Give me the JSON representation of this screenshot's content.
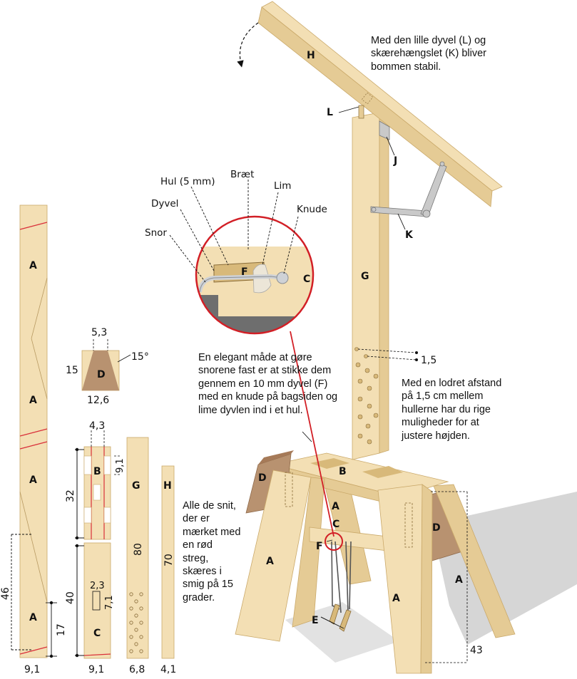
{
  "captions": {
    "boom_stable": "Med den lille dyvel (L) og skærehængslet (K) bliver bommen stabil.",
    "cord_tip": "En elegant måde at gøre snorene fast er at stikke dem gennem en 10 mm dyvel (F) med en knude på bagsiden og lime dyvlen ind i et hul.",
    "holes_note": "Med en lodret afstand på 1,5 cm mellem hullerne har du rige muligheder for at justere højden.",
    "cuts_note": "Alle de snit, der er mærket med en rød streg, skæres i smig på 15 grader."
  },
  "detail_labels": {
    "hole": "Hul (5 mm)",
    "board": "Bræt",
    "glue": "Lim",
    "dowel": "Dyvel",
    "knot": "Knude",
    "cord": "Snor"
  },
  "part_labels": {
    "A": "A",
    "B": "B",
    "C": "C",
    "D": "D",
    "E": "E",
    "F": "F",
    "G": "G",
    "H": "H",
    "J": "J",
    "K": "K",
    "L": "L"
  },
  "dimensions": {
    "hole_spacing": "1,5",
    "d_top": "5,3",
    "d_height": "15",
    "d_angle": "15°",
    "d_width": "12,6",
    "b_width": "4,3",
    "b_notch": "9,1",
    "bc_32": "32",
    "bc_40": "40",
    "c_slot_w": "2,3",
    "c_slot_h": "7,1",
    "a_46": "46",
    "a_17": "17",
    "g_length": "80",
    "h_length": "70",
    "w_a": "9,1",
    "w_bc": "9,1",
    "w_g": "6,8",
    "w_h": "4,1",
    "stand_43": "43"
  },
  "colors": {
    "wood": "#f3dfb4",
    "wood_shadow": "#e5cb95",
    "wood_dark": "#d8b97a",
    "d_piece": "#b89270",
    "d_piece_dark": "#a67a58",
    "cut_line": "#d9303a",
    "callout_red": "#d21f26",
    "metal": "#c9c9c9",
    "floor_shadow": "#d4d4d4",
    "detail_grey": "#6e6e6e"
  }
}
